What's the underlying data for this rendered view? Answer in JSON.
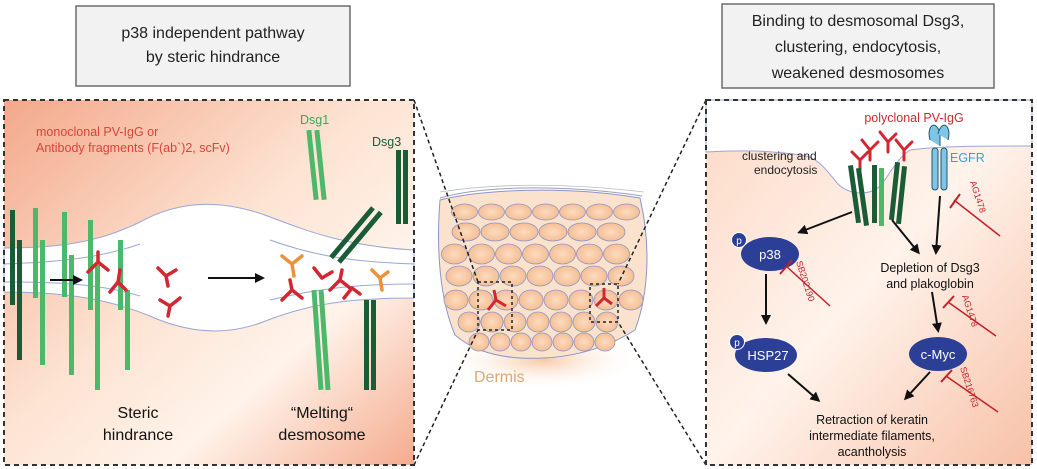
{
  "left_box": {
    "line1": "p38 independent pathway",
    "line2": "by steric hindrance"
  },
  "right_box": {
    "line1": "Binding to desmosomal Dsg3,",
    "line2": "clustering, endocytosis,",
    "line3": "weakened desmosomes"
  },
  "left_panel": {
    "antibody_line1": "monoclonal PV-IgG or",
    "antibody_line2": "Antibody fragments (F(ab`)2, scFv)",
    "dsg1": "Dsg1",
    "dsg3": "Dsg3",
    "steric1": "Steric",
    "steric2": "hindrance",
    "melting1": "“Melting“",
    "melting2": "desmosome"
  },
  "center": {
    "dermis": "Dermis"
  },
  "right_panel": {
    "polyclonal": "polyclonal PV-IgG",
    "clustering1": "clustering and",
    "clustering2": "endocytosis",
    "egfr": "EGFR",
    "p38": "p38",
    "hsp27": "HSP27",
    "cmyc": "c-Myc",
    "p_badge": "p",
    "depletion1": "Depletion of Dsg3",
    "depletion2": "and plakoglobin",
    "retraction1": "Retraction of keratin",
    "retraction2": "intermediate filaments,",
    "retraction3": "acantholysis",
    "inhibitor_ag1478_top": "AG1478",
    "inhibitor_sb202190": "SB202190",
    "inhibitor_ag1478_mid": "AG1478",
    "inhibitor_sb216763": "SB216763"
  },
  "colors": {
    "dsg1": "#4cb86a",
    "dsg3": "#1a5c35",
    "antibody": "#d22630",
    "antibody_orange": "#e8923a",
    "node": "#2c3f97",
    "egfr": "#7fc6e6",
    "inhibitor": "#c4202a",
    "dermis_text": "#e3a673"
  }
}
